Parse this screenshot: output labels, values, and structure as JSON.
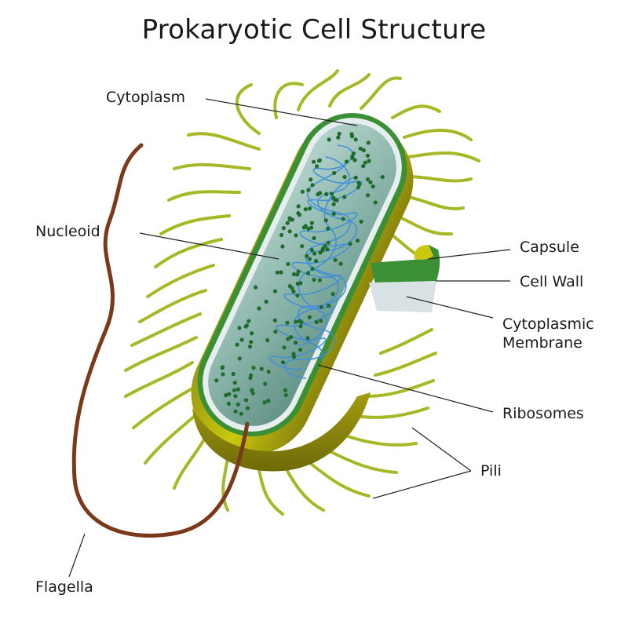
{
  "title": "Prokaryotic Cell Structure",
  "labels": {
    "cytoplasm": "Cytoplasm",
    "nucleoid": "Nucleoid",
    "capsule": "Capsule",
    "cell_wall": "Cell Wall",
    "cytoplasmic_membrane_line1": "Cytoplasmic",
    "cytoplasmic_membrane_line2": "Membrane",
    "ribosomes": "Ribosomes",
    "pili": "Pili",
    "flagella": "Flagella"
  },
  "colors": {
    "capsule": "#c9c80f",
    "capsule_dark": "#7f7a0b",
    "cell_wall": "#3b8f34",
    "membrane": "#e7eef0",
    "cytoplasm": "#8db8ad",
    "nucleoid": "#3f8fd8",
    "ribosome": "#1f6b2c",
    "pili": "#a7b826",
    "flagellum": "#7a3a1a",
    "leader": "#222222"
  }
}
